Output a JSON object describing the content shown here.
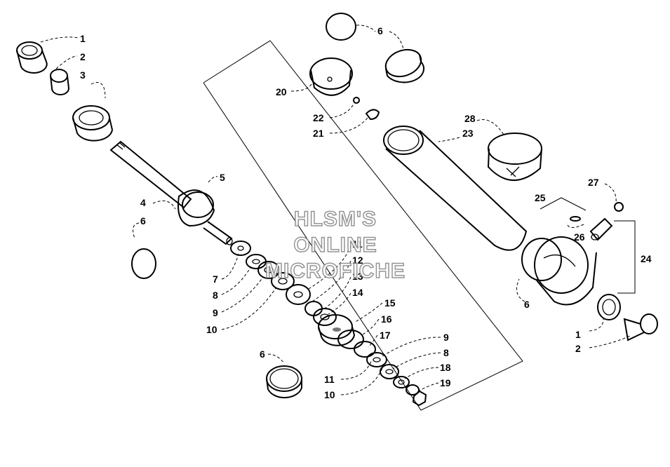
{
  "watermark": {
    "line1": "HLSM'S",
    "line2": "ONLINE",
    "line3": "MICROFICHE"
  },
  "callouts": {
    "c1": "1",
    "c2": "2",
    "c3": "3",
    "c4": "4",
    "c5": "5",
    "c6": "6",
    "c7": "7",
    "c8": "8",
    "c9": "9",
    "c10": "10",
    "c11a": "11",
    "c12": "12",
    "c13": "13",
    "c14": "14",
    "c15": "15",
    "c16": "16",
    "c17": "17",
    "c9b": "9",
    "c8b": "8",
    "c18": "18",
    "c11b": "11",
    "c10b": "10",
    "c19": "19",
    "c6c": "6",
    "c20": "20",
    "c6top": "6",
    "c22": "22",
    "c21": "21",
    "c28": "28",
    "c23": "23",
    "c27": "27",
    "c25": "25",
    "c26": "26",
    "c24": "24",
    "c6right": "6",
    "c1right": "1",
    "c2right": "2"
  }
}
